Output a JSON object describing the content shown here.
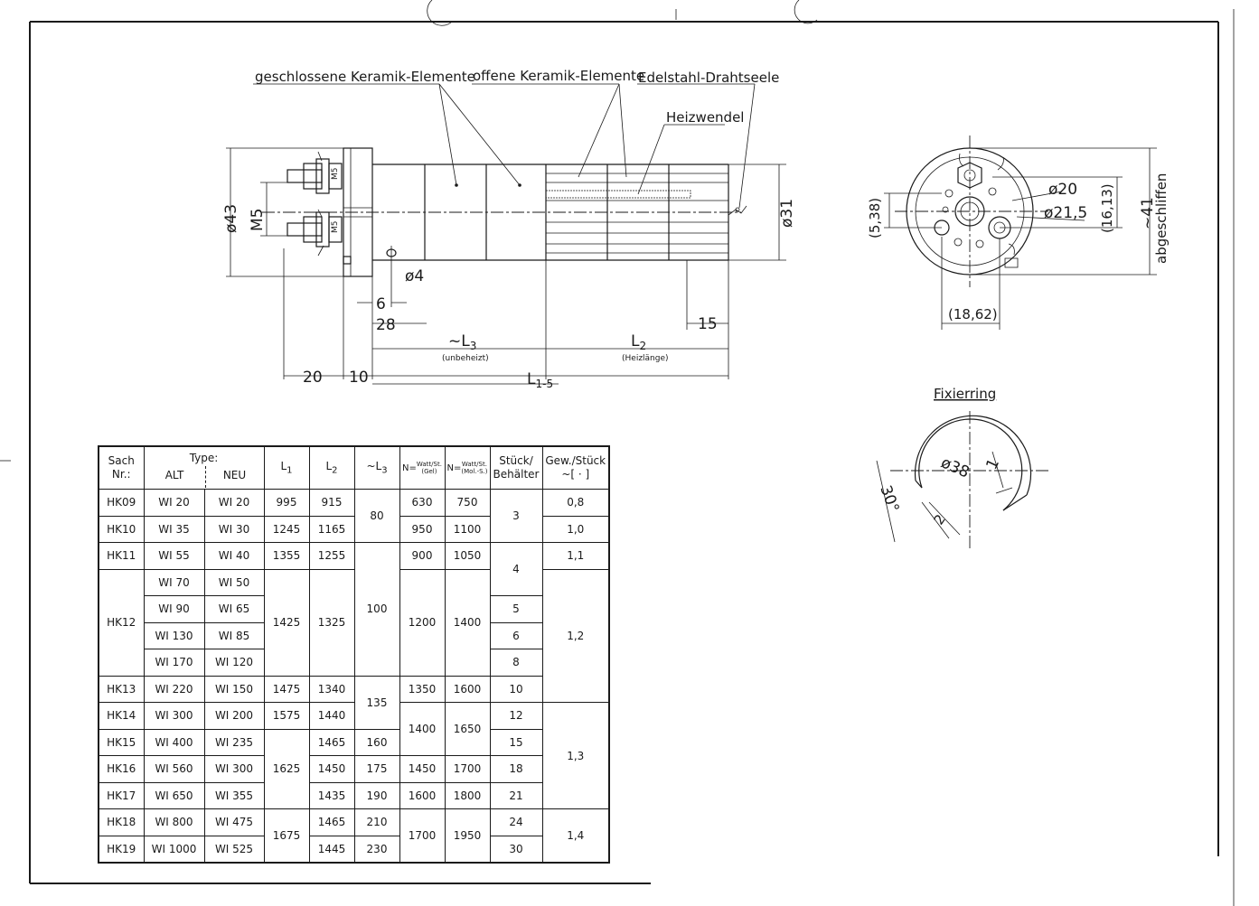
{
  "labels": {
    "geschlossene": "geschlossene Keramik-Elemente",
    "offene": "offene Keramik-Elemente",
    "edelstahl": "Edelstahl-Drahtseele",
    "heizwendel": "Heizwendel",
    "fixierring": "Fixierring",
    "abgeschliffen": "abgeschliffen",
    "unbeheizt": "(unbeheizt)",
    "heizlaenge": "(Heizlänge)",
    "m5_small": "M5"
  },
  "dims": {
    "d43": "ø43",
    "m5": "M5",
    "d31": "ø31",
    "d4": "ø4",
    "six": "6",
    "twentyeight": "28",
    "l3": "~L",
    "l3_sub": "3",
    "l2": "L",
    "l2_sub": "2",
    "fifteen": "15",
    "twenty": "20",
    "ten": "10",
    "l15": "L",
    "l15_sub": "1-5",
    "d20": "ø20",
    "d215": "ø21,5",
    "p538": "(5,38)",
    "p1613": "(16,13)",
    "t41": "~41",
    "p1862": "(18,62)",
    "d38": "ø38",
    "one": "1",
    "thirty": "30°",
    "two": "2"
  },
  "table": {
    "h_sach": "Sach",
    "h_nr": "Nr.:",
    "h_type": "Type:",
    "h_alt": "ALT",
    "h_neu": "NEU",
    "h_l1": "L",
    "h_l1_sub": "1",
    "h_l2": "L",
    "h_l2_sub": "2",
    "h_l3": "~L",
    "h_l3_sub": "3",
    "h_nw1": "N=",
    "h_nw1_top": "Watt/St.",
    "h_nw1_bot": "(Gel)",
    "h_nw2": "N=",
    "h_nw2_top": "Watt/St.",
    "h_nw2_bot": "(Mol.-S.)",
    "h_stueck": "Stück/",
    "h_behaelter": "Behälter",
    "h_gew": "Gew./Stück",
    "h_gew2": "~[ · ]",
    "r": [
      {
        "sach": "HK09",
        "alt": "WI  20",
        "neu": "WI  20",
        "l1": "995",
        "l2": "915",
        "l3": "80",
        "n1": "630",
        "n2": "750",
        "st": "3",
        "gew": "0,8"
      },
      {
        "sach": "HK10",
        "alt": "WI  35",
        "neu": "WI  30",
        "l1": "1245",
        "l2": "1165",
        "n1": "950",
        "n2": "1100",
        "gew": "1,0"
      },
      {
        "sach": "HK11",
        "alt": "WI  55",
        "neu": "WI  40",
        "l1": "1355",
        "l2": "1255",
        "l3": "100",
        "n1": "900",
        "n2": "1050",
        "st": "4",
        "gew": "1,1"
      },
      {
        "sach": "HK12",
        "alt": "WI  70",
        "neu": "WI  50",
        "l1": "1425",
        "l2": "1325",
        "n1": "1200",
        "n2": "1400",
        "gew": "1,2"
      },
      {
        "alt": "WI  90",
        "neu": "WI  65",
        "st": "5"
      },
      {
        "alt": "WI  130",
        "neu": "WI  85",
        "st": "6"
      },
      {
        "alt": "WI  170",
        "neu": "WI  120",
        "st": "8"
      },
      {
        "sach": "HK13",
        "alt": "WI  220",
        "neu": "WI  150",
        "l1": "1475",
        "l2": "1340",
        "l3": "135",
        "n1": "1350",
        "n2": "1600",
        "st": "10"
      },
      {
        "sach": "HK14",
        "alt": "WI  300",
        "neu": "WI  200",
        "l1": "1575",
        "l2": "1440",
        "n1": "1400",
        "n2": "1650",
        "st": "12",
        "gew": "1,3"
      },
      {
        "sach": "HK15",
        "alt": "WI  400",
        "neu": "WI  235",
        "l1": "1625",
        "l2": "1465",
        "l3": "160",
        "st": "15"
      },
      {
        "sach": "HK16",
        "alt": "WI  560",
        "neu": "WI  300",
        "l2": "1450",
        "l3": "175",
        "n1": "1450",
        "n2": "1700",
        "st": "18"
      },
      {
        "sach": "HK17",
        "alt": "WI  650",
        "neu": "WI  355",
        "l2": "1435",
        "l3": "190",
        "n1": "1600",
        "n2": "1800",
        "st": "21"
      },
      {
        "sach": "HK18",
        "alt": "WI  800",
        "neu": "WI  475",
        "l1": "1675",
        "l2": "1465",
        "l3": "210",
        "n1": "1700",
        "n2": "1950",
        "st": "24",
        "gew": "1,4"
      },
      {
        "sach": "HK19",
        "alt": "WI  1000",
        "neu": "WI  525",
        "l2": "1445",
        "l3": "230",
        "st": "30"
      }
    ]
  }
}
